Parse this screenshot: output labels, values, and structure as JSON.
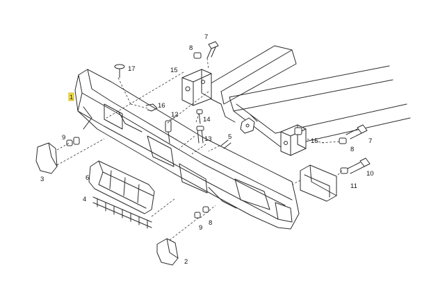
{
  "diagram": {
    "highlight_color": "#f7e24a",
    "labels": {
      "l1": "1",
      "l2": "2",
      "l3": "3",
      "l4": "4",
      "l5": "5",
      "l6": "6",
      "l7a": "7",
      "l7b": "7",
      "l8a": "8",
      "l8b": "8",
      "l8c": "8",
      "l9a": "9",
      "l9b": "9",
      "l10": "10",
      "l11": "11",
      "l12": "12",
      "l13": "13",
      "l14": "14",
      "l15a": "15",
      "l15b": "15",
      "l16": "16",
      "l17": "17"
    }
  }
}
